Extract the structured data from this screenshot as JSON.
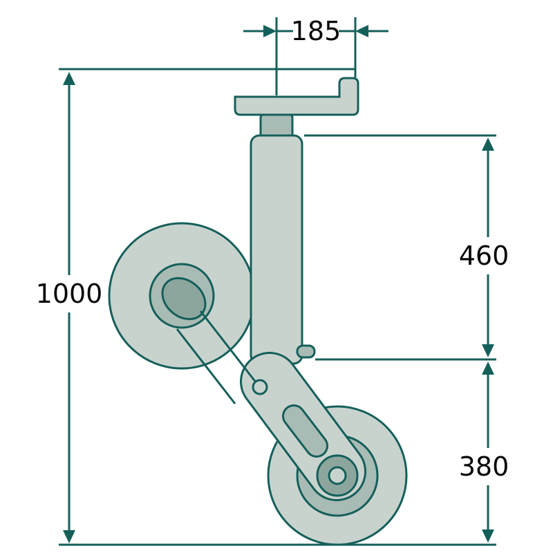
{
  "diagram": {
    "subject": "Jockey wheel (trailer support wheel) side-view technical drawing with dimensions",
    "type": "technical-drawing",
    "dims": {
      "top_width": "185",
      "overall_height": "1000",
      "upper_length": "460",
      "lower_length": "380"
    },
    "colors": {
      "outline": "#155f5a",
      "fill_light": "#c9d3ce",
      "fill_mid": "#a8bbb4",
      "fill_dark": "#8ca69e",
      "label_text": "#060606",
      "background": "#ffffff"
    }
  }
}
